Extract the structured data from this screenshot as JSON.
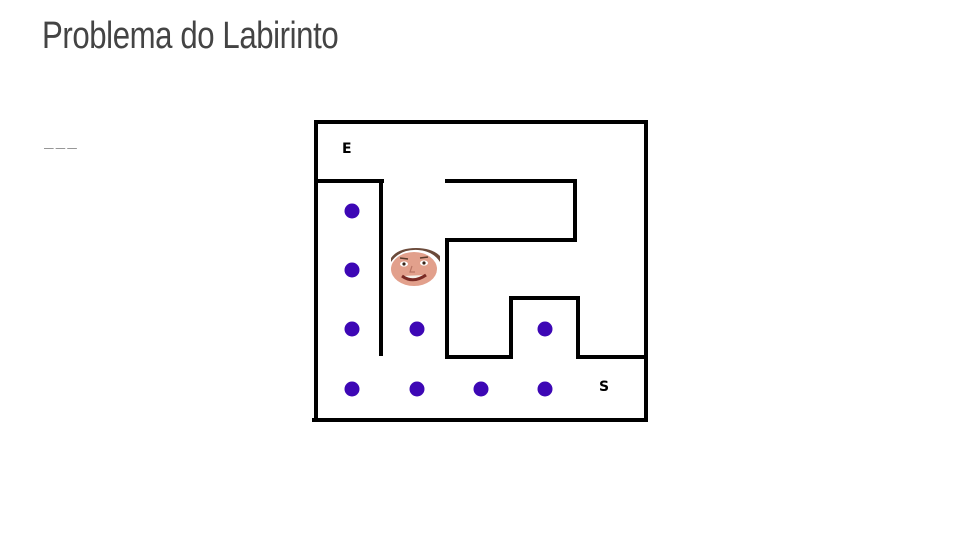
{
  "slide": {
    "title": "Problema do Labirinto",
    "title_rule": "___"
  },
  "maze": {
    "entry_label": "E",
    "exit_label": "S",
    "path_marker_color": "#3d07b5",
    "wall_color": "#000000",
    "character": "face-sprite"
  }
}
